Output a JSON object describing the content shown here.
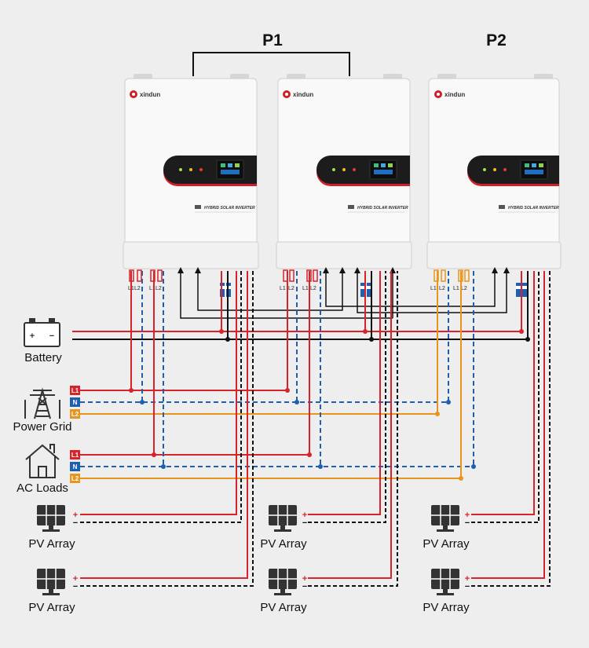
{
  "groups": {
    "p1": "P1",
    "p2": "P2"
  },
  "inverter": {
    "brand": "xindun",
    "model": "HYBRID SOLAR INVERTER"
  },
  "terminals": {
    "l1": "L1",
    "l2": "L2"
  },
  "battery": {
    "label": "Battery",
    "plus": "+",
    "minus": "−"
  },
  "grid": {
    "label": "Power Grid"
  },
  "loads": {
    "label": "AC Loads"
  },
  "phase_tags": {
    "l1": "L1",
    "n": "N",
    "l2": "L2"
  },
  "pv": {
    "label": "PV Array",
    "plus": "+",
    "minus": "−"
  },
  "colors": {
    "l1": "#d8232a",
    "neutral": "#1f5fb0",
    "l2": "#e7951c",
    "dc_negative": "#111111",
    "dc_positive": "#d8232a",
    "brand_red": "#cc1f27"
  }
}
